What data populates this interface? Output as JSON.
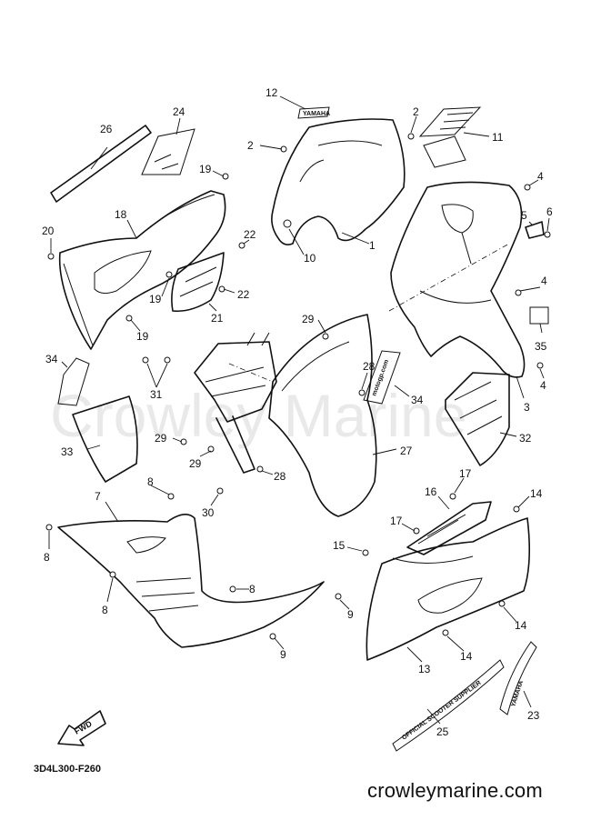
{
  "watermark": "Crowley Marine",
  "diagram_code": "3D4L300-F260",
  "footer_site": "crowleymarine.com",
  "fwd_label": "FWD",
  "decals": {
    "yamaha": "YAMAHA",
    "motogp": "motogp.com",
    "official": "OFFICIAL SCOOTER SUPPLIER"
  },
  "callouts": [
    {
      "id": "c12",
      "label": "12"
    },
    {
      "id": "c2a",
      "label": "2"
    },
    {
      "id": "c2b",
      "label": "2"
    },
    {
      "id": "c11",
      "label": "11"
    },
    {
      "id": "c26",
      "label": "26"
    },
    {
      "id": "c24",
      "label": "24"
    },
    {
      "id": "c19a",
      "label": "19"
    },
    {
      "id": "c18",
      "label": "18"
    },
    {
      "id": "c20",
      "label": "20"
    },
    {
      "id": "c22a",
      "label": "22"
    },
    {
      "id": "c22b",
      "label": "22"
    },
    {
      "id": "c19b",
      "label": "19"
    },
    {
      "id": "c19c",
      "label": "19"
    },
    {
      "id": "c21",
      "label": "21"
    },
    {
      "id": "c10",
      "label": "10"
    },
    {
      "id": "c1",
      "label": "1"
    },
    {
      "id": "c4a",
      "label": "4"
    },
    {
      "id": "c5",
      "label": "5"
    },
    {
      "id": "c6",
      "label": "6"
    },
    {
      "id": "c4b",
      "label": "4"
    },
    {
      "id": "c35",
      "label": "35"
    },
    {
      "id": "c4c",
      "label": "4"
    },
    {
      "id": "c3",
      "label": "3"
    },
    {
      "id": "c29a",
      "label": "29"
    },
    {
      "id": "c34a",
      "label": "34"
    },
    {
      "id": "c31",
      "label": "31"
    },
    {
      "id": "c28a",
      "label": "28"
    },
    {
      "id": "c34b",
      "label": "34"
    },
    {
      "id": "c32",
      "label": "32"
    },
    {
      "id": "c33",
      "label": "33"
    },
    {
      "id": "c29b",
      "label": "29"
    },
    {
      "id": "c29c",
      "label": "29"
    },
    {
      "id": "c27",
      "label": "27"
    },
    {
      "id": "c28b",
      "label": "28"
    },
    {
      "id": "c30",
      "label": "30"
    },
    {
      "id": "c8a",
      "label": "8"
    },
    {
      "id": "c7",
      "label": "7"
    },
    {
      "id": "c17a",
      "label": "17"
    },
    {
      "id": "c16",
      "label": "16"
    },
    {
      "id": "c14a",
      "label": "14"
    },
    {
      "id": "c8b",
      "label": "8"
    },
    {
      "id": "c17b",
      "label": "17"
    },
    {
      "id": "c15",
      "label": "15"
    },
    {
      "id": "c8c",
      "label": "8"
    },
    {
      "id": "c8d",
      "label": "8"
    },
    {
      "id": "c9a",
      "label": "9"
    },
    {
      "id": "c14b",
      "label": "14"
    },
    {
      "id": "c9b",
      "label": "9"
    },
    {
      "id": "c14c",
      "label": "14"
    },
    {
      "id": "c13",
      "label": "13"
    },
    {
      "id": "c23",
      "label": "23"
    },
    {
      "id": "c25",
      "label": "25"
    }
  ]
}
